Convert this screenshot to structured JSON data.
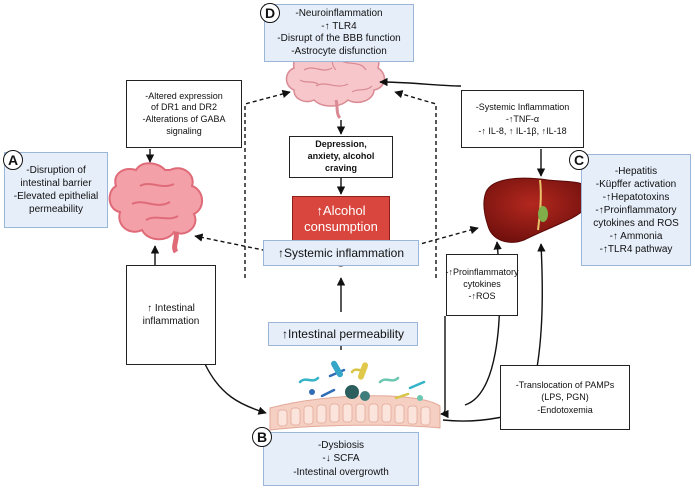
{
  "labels": {
    "A": "A",
    "B": "B",
    "C": "C",
    "D": "D"
  },
  "boxes": {
    "neuro": [
      "-Neuroinflammation",
      "-↑ TLR4",
      "-Disrupt of the BBB function",
      "-Astrocyte disfunction"
    ],
    "dr": [
      "-Altered expression",
      "of DR1 and DR2",
      "-Alterations of GABA",
      "signaling"
    ],
    "systemic_top": [
      "-Systemic Inflammation",
      "-↑TNF-α",
      "-↑ IL-8, ↑ IL-1β, ↑IL-18"
    ],
    "intestinal_a": [
      "-Disruption of",
      "intestinal barrier",
      "-Elevated  epithelial",
      "permeability"
    ],
    "liver_c": [
      "-Hepatitis",
      "-Küpffer activation",
      "-↑Hepatotoxins",
      "-↑Proinflammatory",
      "cytokines and ROS",
      "-↑ Ammonia",
      "-↑TLR4 pathway"
    ],
    "depression": [
      "Depression,",
      "anxiety, alcohol",
      "craving"
    ],
    "alcohol": [
      "↑Alcohol",
      "consumption"
    ],
    "systemic_mid": [
      "↑Systemic inflammation"
    ],
    "permeability": [
      "↑Intestinal permeability"
    ],
    "cytokines": [
      "-↑Proinflammatory",
      "cytokines",
      "-↑ROS"
    ],
    "inflammation": [
      "↑ Intestinal",
      "inflammation"
    ],
    "pamps": [
      "-Translocation of PAMPs",
      "(LPS, PGN)",
      "-Endotoxemia"
    ],
    "dysbiosis": [
      "-Dysbiosis",
      "-↓ SCFA",
      "-Intestinal overgrowth"
    ]
  },
  "colors": {
    "box_fill": "#e6eef9",
    "box_border": "#9bb6d8",
    "alcohol_fill": "#d9463e",
    "brain": "#f2b8bd",
    "intestine": "#f08a94",
    "liver": "#8c1a16",
    "epithelium": "#f4cfc2"
  },
  "icons": [
    "brain-icon",
    "intestine-icon",
    "liver-icon",
    "gut-microbiota-icon"
  ]
}
